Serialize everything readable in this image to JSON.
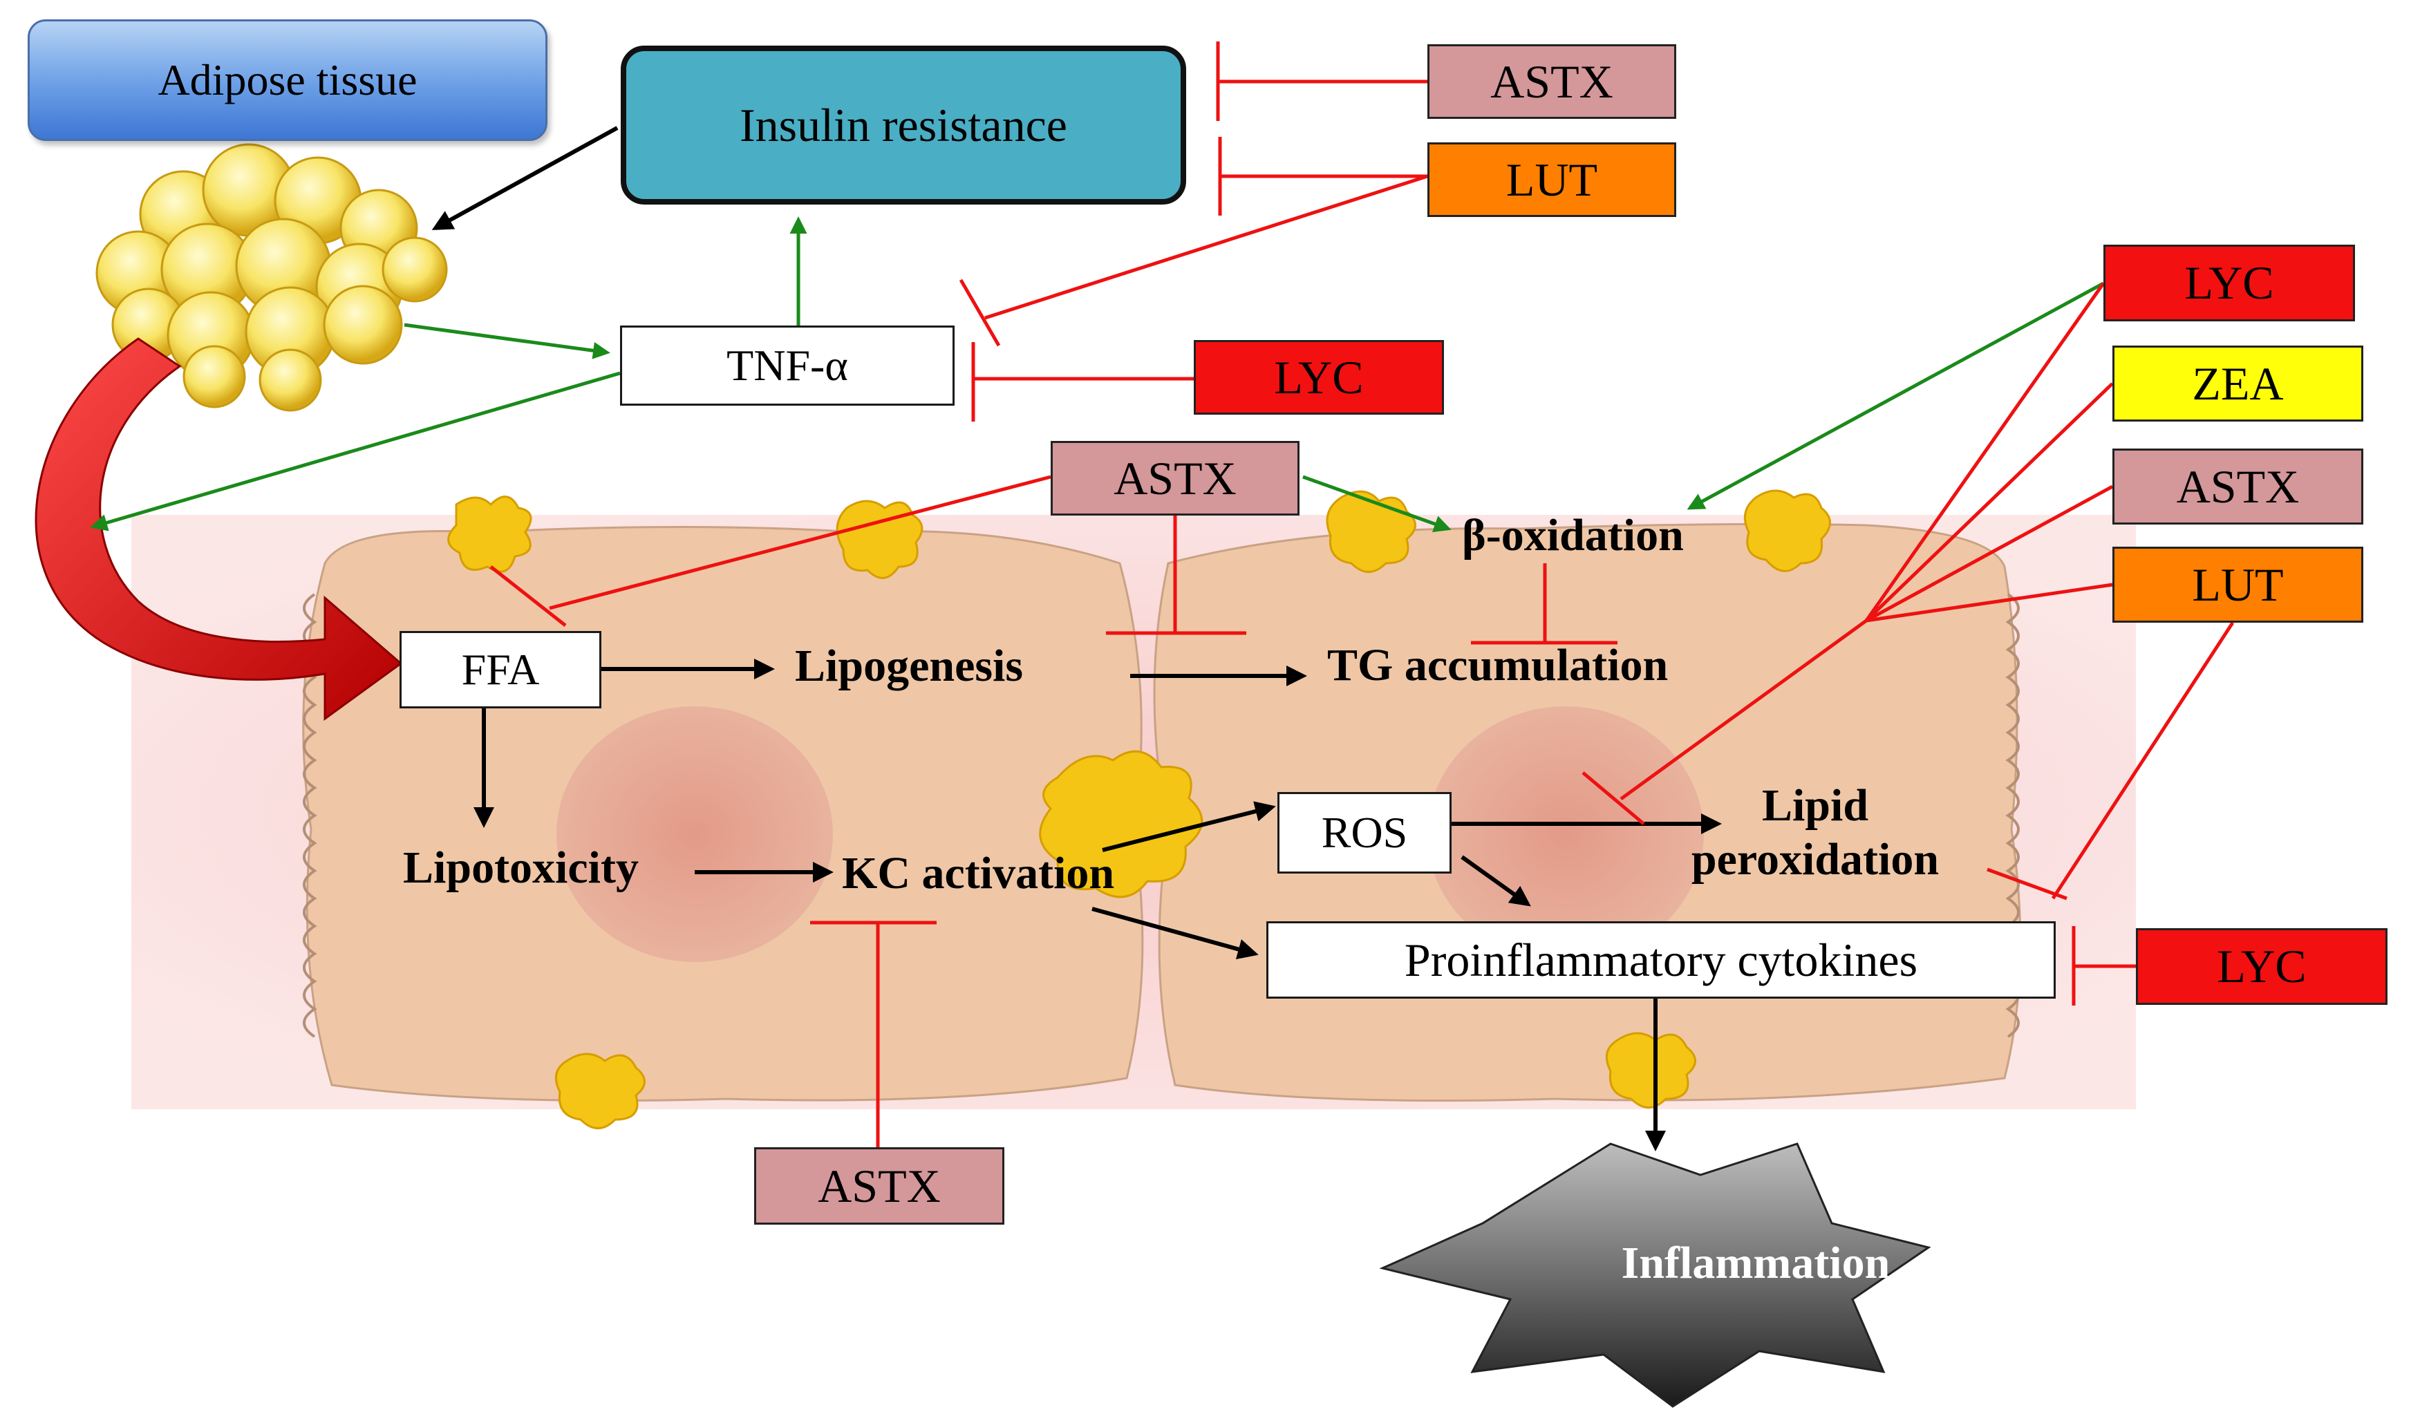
{
  "nodes": {
    "adipose_tissue": "Adipose tissue",
    "insulin_resistance": "Insulin resistance",
    "tnf_alpha": "TNF-α",
    "ffa": "FFA",
    "lipogenesis": "Lipogenesis",
    "tg_accumulation": "TG accumulation",
    "beta_oxidation": "β-oxidation",
    "lipotoxicity": "Lipotoxicity",
    "kc_activation": "KC activation",
    "ros": "ROS",
    "lipid_peroxidation_line1": "Lipid",
    "lipid_peroxidation_line2": "peroxidation",
    "proinflammatory_cytokines": "Proinflammatory cytokines",
    "inflammation": "Inflammation"
  },
  "compounds": {
    "astx_top": "ASTX",
    "lut_top": "LUT",
    "lyc_tnf": "LYC",
    "astx_mid": "ASTX",
    "lyc_right": "LYC",
    "zea_right": "ZEA",
    "astx_right": "ASTX",
    "lut_right": "LUT",
    "lyc_bottom": "LYC",
    "astx_bottom": "ASTX"
  },
  "colors": {
    "astx": "#d4979a",
    "lut": "#ff7f00",
    "lyc": "#f21010",
    "zea": "#ffff0a",
    "insulin_box": "#4aaec4",
    "adipose_label": "#6a9ee6",
    "inhibition": "#ee1111",
    "promotion": "#1a8a1a",
    "flow": "#000000",
    "hepatocyte": "#efc7a6",
    "nucleus": "#e3a08a",
    "fat_globule": "#f7e05a",
    "big_arrow": "#e01010",
    "inflammation_star": "#777777"
  }
}
